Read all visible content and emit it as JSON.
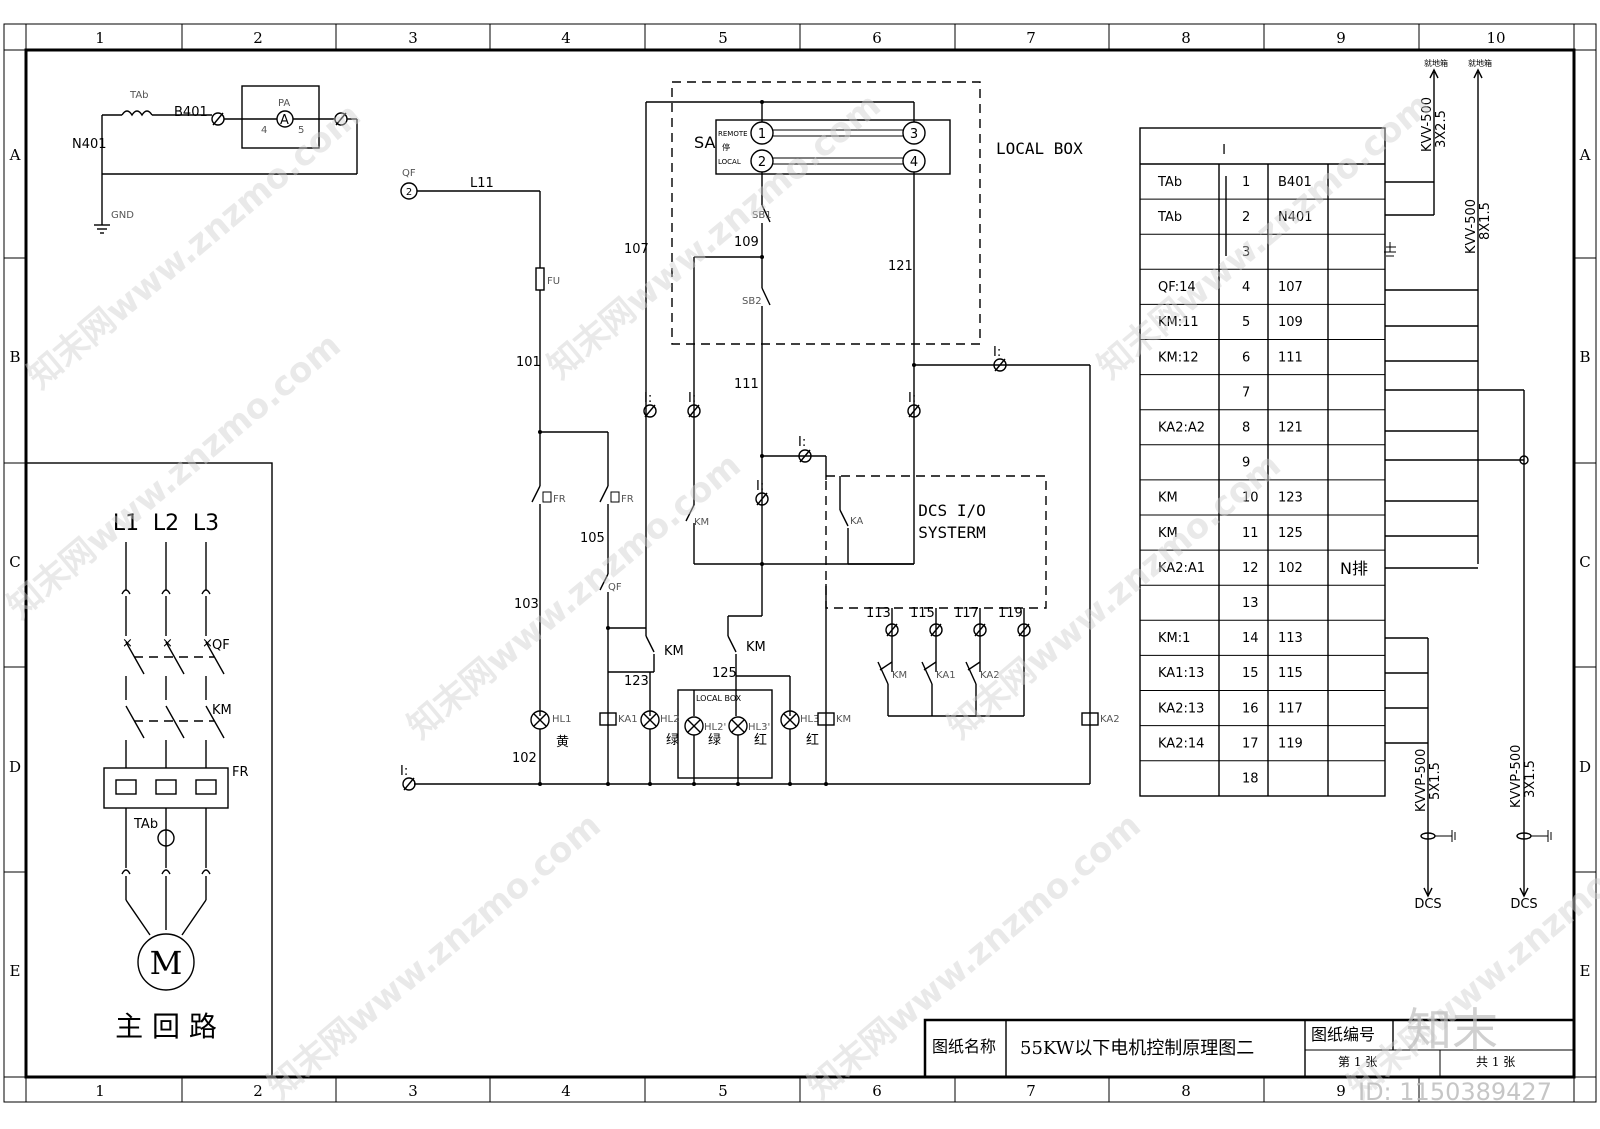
{
  "frame": {
    "columns": [
      "1",
      "2",
      "3",
      "4",
      "5",
      "6",
      "7",
      "8",
      "9",
      "10"
    ],
    "rows": [
      "A",
      "B",
      "C",
      "D",
      "E"
    ]
  },
  "ammeter_circuit": {
    "ct_label": "TAb",
    "wire_b": "B401",
    "wire_n": "N401",
    "meter_tag": "PA",
    "meter_symbol": "A",
    "pin_left": "4",
    "pin_right": "5",
    "ground": "GND"
  },
  "main_circuit": {
    "phases": [
      "L1",
      "L2",
      "L3"
    ],
    "breaker": "QF",
    "contactor": "KM",
    "relay": "FR",
    "ct": "TAb",
    "motor": "M",
    "title": "主 回 路"
  },
  "control_circuit": {
    "qf_label": "QF",
    "qf_num": "2",
    "wire_l11": "L11",
    "fuse": "FU",
    "local_box": "LOCAL BOX",
    "sa": "SA",
    "sa_pos_remote": "REMOTE",
    "sa_pos_stop": "停",
    "sa_pos_local": "LOCAL",
    "sa_nums": [
      "1",
      "2",
      "3",
      "4"
    ],
    "sb1": "SB1",
    "sb2": "SB2",
    "wires": [
      "107",
      "109",
      "121",
      "101",
      "111",
      "105",
      "103",
      "123",
      "125",
      "102"
    ],
    "fr": "FR",
    "qf_contact": "QF",
    "km": "KM",
    "ka": "KA",
    "i_term": "I:",
    "dcs_title_1": "DCS I/O",
    "dcs_title_2": "SYSTERM",
    "dcs_wires": [
      "113",
      "115",
      "117",
      "119"
    ],
    "dcs_contacts": [
      "KM",
      "KA1",
      "KA2"
    ],
    "lamps": [
      {
        "tag": "HL1",
        "color": "黄"
      },
      {
        "tag": "HL2",
        "color": "绿"
      },
      {
        "tag": "HL2'",
        "color": "绿"
      },
      {
        "tag": "HL3'",
        "color": "红"
      },
      {
        "tag": "HL3",
        "color": "红"
      }
    ],
    "coils": [
      "KA1",
      "KM",
      "KA2"
    ],
    "sub_local_box": "LOCAL BOX"
  },
  "terminal_table": {
    "header": "I",
    "rows": [
      {
        "dev": "TAb",
        "num": "1",
        "wire": "B401"
      },
      {
        "dev": "TAb",
        "num": "2",
        "wire": "N401"
      },
      {
        "dev": "",
        "num": "3",
        "wire": ""
      },
      {
        "dev": "QF:14",
        "num": "4",
        "wire": "107"
      },
      {
        "dev": "KM:11",
        "num": "5",
        "wire": "109"
      },
      {
        "dev": "KM:12",
        "num": "6",
        "wire": "111"
      },
      {
        "dev": "",
        "num": "7",
        "wire": ""
      },
      {
        "dev": "KA2:A2",
        "num": "8",
        "wire": "121"
      },
      {
        "dev": "",
        "num": "9",
        "wire": ""
      },
      {
        "dev": "KM",
        "num": "10",
        "wire": "123"
      },
      {
        "dev": "KM",
        "num": "11",
        "wire": "125"
      },
      {
        "dev": "KA2:A1",
        "num": "12",
        "wire": "102"
      },
      {
        "dev": "",
        "num": "13",
        "wire": ""
      },
      {
        "dev": "KM:1",
        "num": "14",
        "wire": "113"
      },
      {
        "dev": "KA1:13",
        "num": "15",
        "wire": "115"
      },
      {
        "dev": "KA2:13",
        "num": "16",
        "wire": "117"
      },
      {
        "dev": "KA2:14",
        "num": "17",
        "wire": "119"
      },
      {
        "dev": "",
        "num": "18",
        "wire": ""
      }
    ],
    "n_bus": "N排"
  },
  "cables": {
    "top_left": "就地箱",
    "top_right": "就地箱",
    "c1a": "KVV-500",
    "c1b": "3X2.5",
    "c2a": "KVV-500",
    "c2b": "8X1.5",
    "c3a": "KVVP-500",
    "c3b": "5X1.5",
    "c4a": "KVVP-500",
    "c4b": "3X1.5",
    "dest1": "DCS",
    "dest2": "DCS"
  },
  "title_block": {
    "name_label": "图纸名称",
    "name_value": "55KW以下电机控制原理图二",
    "number_label": "图纸编号",
    "sheet": "第  1  张",
    "total": "共  1  张"
  },
  "watermark": {
    "text": "知末网www.znzmo.com",
    "logo": "知末",
    "id": "ID: 1150389427"
  }
}
